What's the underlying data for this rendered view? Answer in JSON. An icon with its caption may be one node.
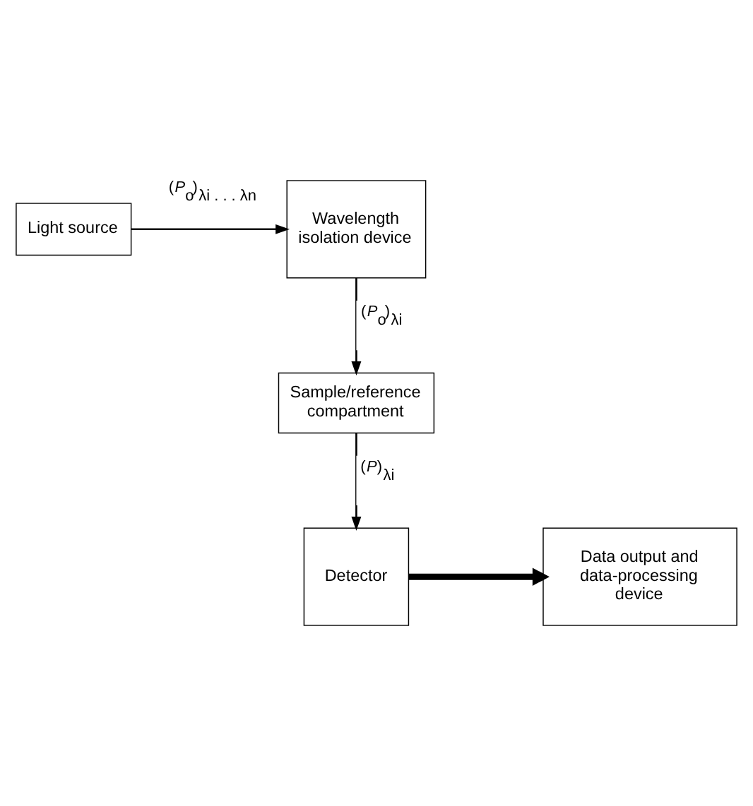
{
  "diagram": {
    "nodes": [
      {
        "text": [
          "Light source"
        ]
      },
      {
        "text": [
          "Wavelength isolation device"
        ]
      },
      {
        "text": [
          "Sample/reference compartment"
        ]
      },
      {
        "text": [
          "Detector"
        ]
      },
      {
        "text": [
          "Data output and data-processing device"
        ]
      }
    ],
    "edges": [
      {
        "from": 0,
        "to": 1,
        "arrow": "to",
        "label": "(*P*$_{o}$)$_{λi . . . λn}$"
      },
      {
        "from": 1,
        "to": 2,
        "arrow": "to",
        "label": "(*P*$_{o}$)$_{λi}$"
      },
      {
        "from": 2,
        "to": 3,
        "arrow": "to",
        "label": "(*P*)$_{λi}$"
      },
      {
        "from": 3,
        "to": 4,
        "arrow": "to",
        "style": "thick"
      }
    ]
  }
}
